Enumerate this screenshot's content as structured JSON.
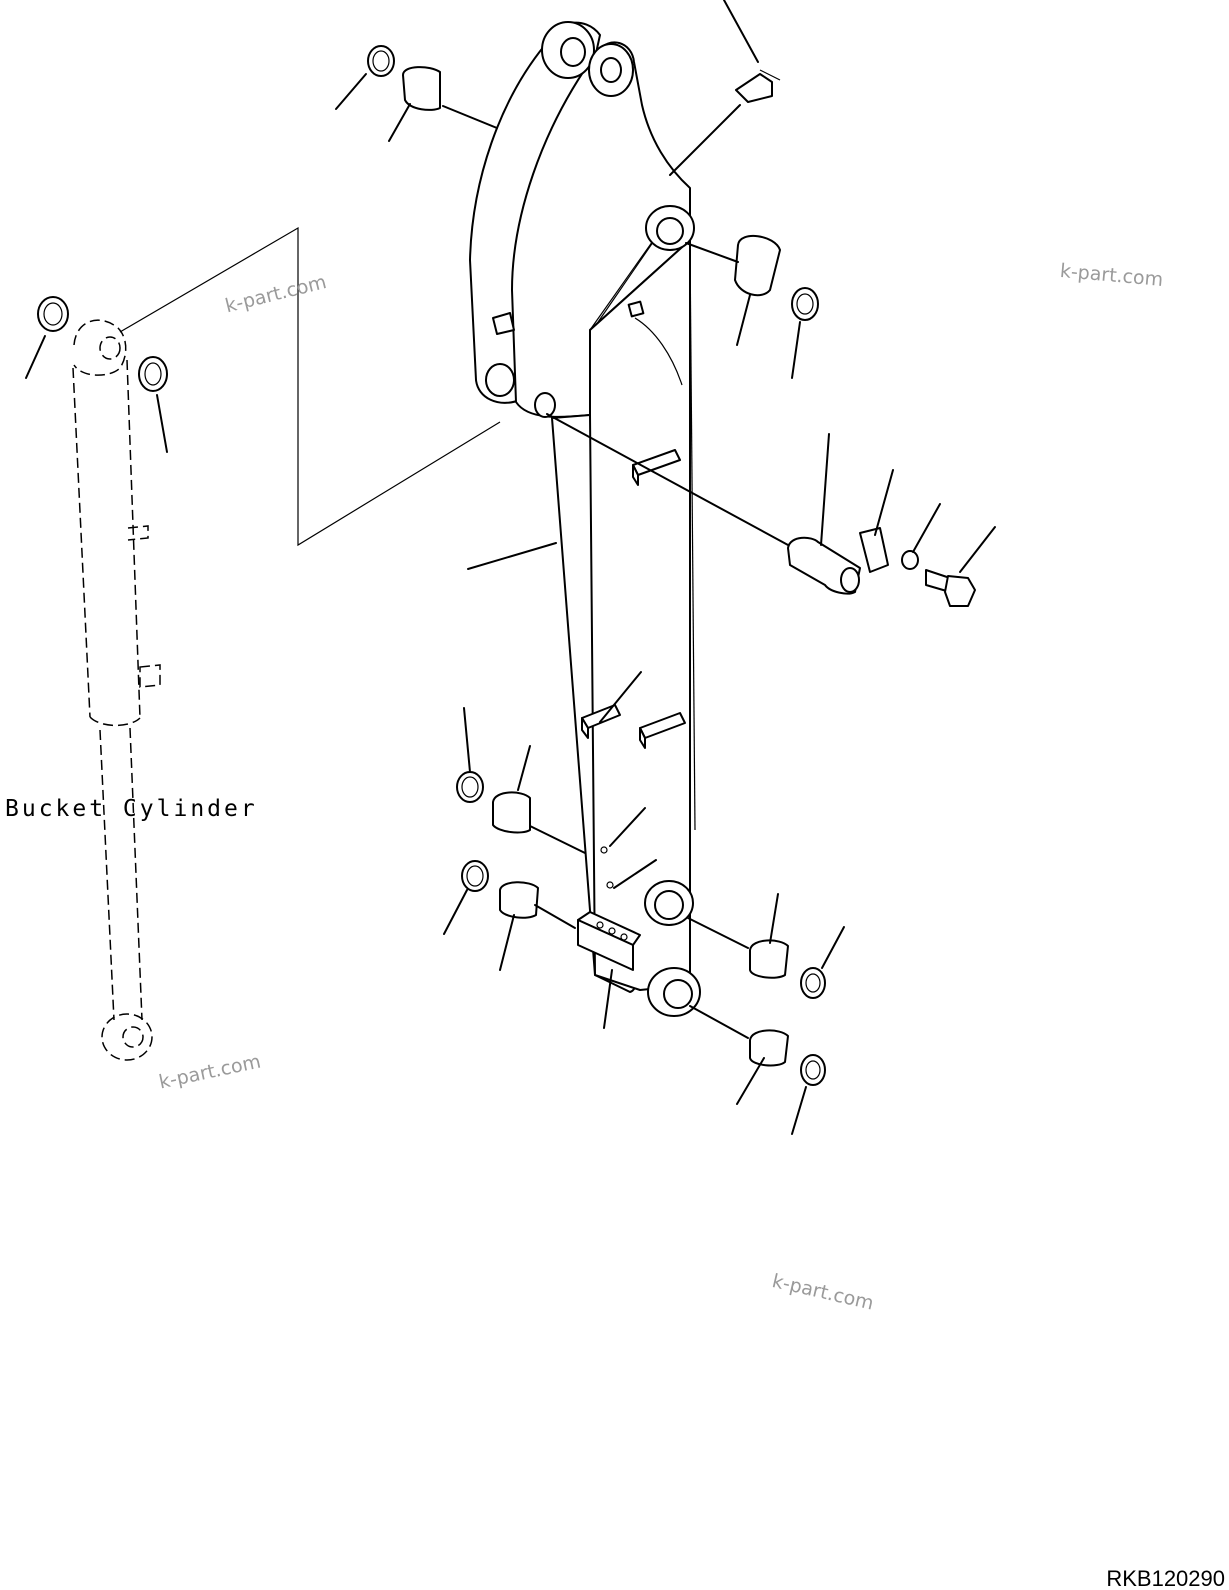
{
  "diagram": {
    "cylinder_label": "Bucket Cylinder",
    "drawing_code": "RKB120290",
    "watermarks": [
      "k-part.com",
      "k-part.com",
      "k-part.com",
      "k-part.com"
    ]
  }
}
